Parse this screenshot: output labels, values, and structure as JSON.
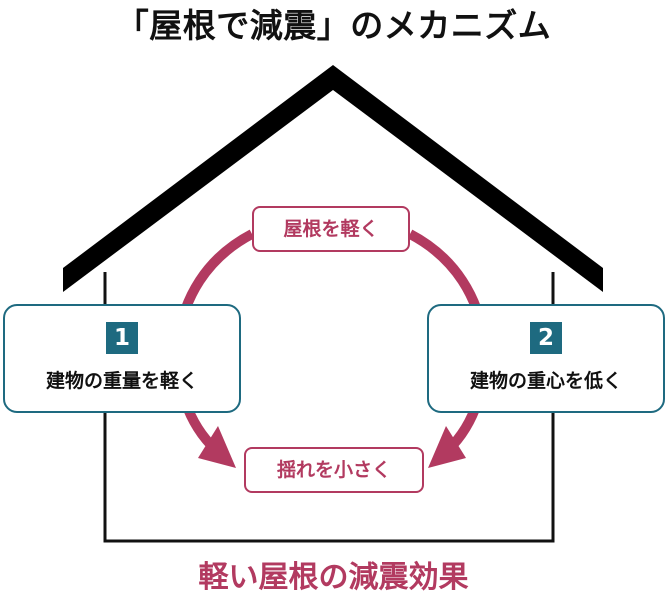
{
  "title": "「屋根で減震」のメカニズム",
  "cycle": {
    "top_label": "屋根を軽く",
    "bottom_label": "揺れを小さく"
  },
  "points": [
    {
      "number": "1",
      "text": "建物の重量を軽く"
    },
    {
      "number": "2",
      "text": "建物の重心を低く"
    }
  ],
  "effect": "軽い屋根の減震効果",
  "colors": {
    "accent": "#b23a60",
    "box_border": "#1e6a80",
    "roof": "#000000"
  }
}
